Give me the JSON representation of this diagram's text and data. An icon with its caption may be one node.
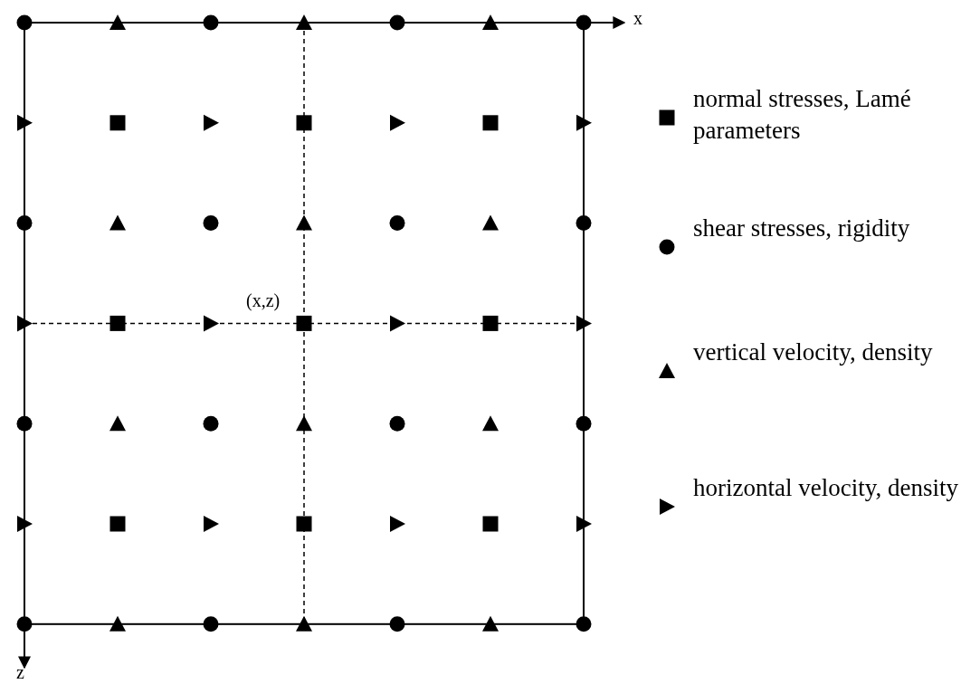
{
  "diagram": {
    "labels": [
      "x",
      "(x,z)",
      "z"
    ],
    "legend": [
      {
        "text": "normal stresses, Lamé parameters"
      },
      {
        "text": "shear stresses, rigidity"
      },
      {
        "text": "vertical velocity, density"
      },
      {
        "text": "horizontal velocity, density"
      }
    ]
  }
}
